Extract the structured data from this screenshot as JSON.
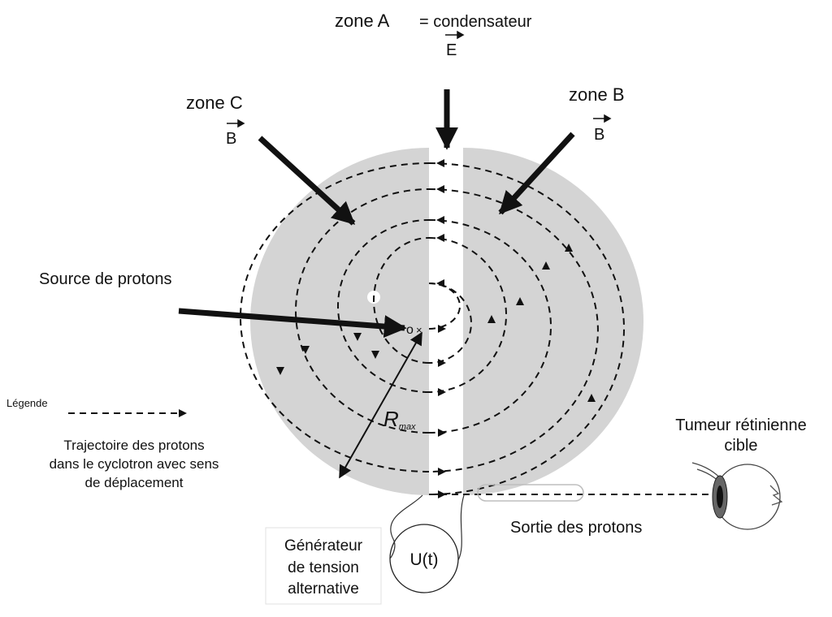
{
  "labels": {
    "zone_a": "zone A",
    "condensateur": "= condensateur",
    "zone_b": "zone B",
    "zone_c": "zone C",
    "vector_e": "E",
    "vector_b": "B",
    "source": "Source de protons",
    "legend_title": "Légende",
    "legend_line1": "Trajectoire des protons",
    "legend_line2": "dans le cyclotron avec sens",
    "legend_line3": "de déplacement",
    "generator_line1": "Générateur",
    "generator_line2": "de tension",
    "generator_line3": "alternative",
    "voltage": "U(t)",
    "sortie": "Sortie des protons",
    "tumeur_line1": "Tumeur rétinienne",
    "tumeur_line2": "cible",
    "rmax_main": "R",
    "rmax_sub": "max",
    "origin_o": "o",
    "origin_x": "×"
  },
  "colors": {
    "dee": "#d4d4d4",
    "stroke": "#111111",
    "background": "#ffffff"
  }
}
